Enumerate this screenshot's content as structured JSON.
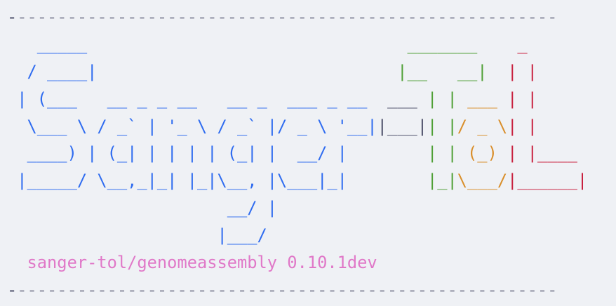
{
  "terminal": {
    "colors": {
      "blue": "#2f6cf0",
      "green": "#4fa036",
      "red": "#c8213f",
      "orange": "#d98e2a",
      "gray": "#4c4f69",
      "dash": "#8c8fa1",
      "pink": "#e078c8",
      "background": "#eff1f5"
    },
    "lines": [
      {
        "name": "separator-top",
        "segments": [
          {
            "text": "-",
            "color": "dashdark"
          },
          {
            "text": "------------------------------------------------------",
            "color": "dash"
          }
        ]
      },
      {
        "name": "logo-row-1",
        "segments": [
          {
            "text": "   _____",
            "color": "blue"
          },
          {
            "text": "                                ",
            "color": "plain"
          },
          {
            "text": "_______",
            "color": "green"
          },
          {
            "text": "    ",
            "color": "plain"
          },
          {
            "text": "_",
            "color": "red"
          }
        ]
      },
      {
        "name": "logo-row-2",
        "segments": [
          {
            "text": "  / ____|",
            "color": "blue"
          },
          {
            "text": "                              ",
            "color": "plain"
          },
          {
            "text": "|__   __|",
            "color": "green"
          },
          {
            "text": "  ",
            "color": "plain"
          },
          {
            "text": "| |",
            "color": "red"
          }
        ]
      },
      {
        "name": "logo-row-3",
        "segments": [
          {
            "text": " | (___   __ _ _ __   __ _  ___ _ __",
            "color": "blue"
          },
          {
            "text": "  ",
            "color": "plain"
          },
          {
            "text": "___",
            "color": "gray"
          },
          {
            "text": " ",
            "color": "plain"
          },
          {
            "text": "| |",
            "color": "green"
          },
          {
            "text": " ",
            "color": "plain"
          },
          {
            "text": "___",
            "color": "orange"
          },
          {
            "text": " ",
            "color": "plain"
          },
          {
            "text": "| |",
            "color": "red"
          }
        ]
      },
      {
        "name": "logo-row-4",
        "segments": [
          {
            "text": "  \\___ \\ / _` | '_ \\ / _` |/ _ \\ '__|",
            "color": "blue"
          },
          {
            "text": "|___|",
            "color": "gray"
          },
          {
            "text": "| |",
            "color": "green"
          },
          {
            "text": "/ _ \\",
            "color": "orange"
          },
          {
            "text": "| |",
            "color": "red"
          }
        ]
      },
      {
        "name": "logo-row-5",
        "segments": [
          {
            "text": "  ____) | (_| | | | | (_| |  __/ |",
            "color": "blue"
          },
          {
            "text": "        ",
            "color": "plain"
          },
          {
            "text": "| |",
            "color": "green"
          },
          {
            "text": " ",
            "color": "plain"
          },
          {
            "text": "(_)",
            "color": "orange"
          },
          {
            "text": " ",
            "color": "plain"
          },
          {
            "text": "| |____",
            "color": "red"
          }
        ]
      },
      {
        "name": "logo-row-6",
        "segments": [
          {
            "text": " |_____/ \\__,_|_| |_|\\__, |\\___|_|",
            "color": "blue"
          },
          {
            "text": "        ",
            "color": "plain"
          },
          {
            "text": "|_|",
            "color": "green"
          },
          {
            "text": "\\___/",
            "color": "orange"
          },
          {
            "text": "|______|",
            "color": "red"
          }
        ]
      },
      {
        "name": "logo-row-7",
        "segments": [
          {
            "text": "                      __/ |",
            "color": "blue"
          }
        ]
      },
      {
        "name": "logo-row-8",
        "segments": [
          {
            "text": "                     |___/",
            "color": "blue"
          }
        ]
      },
      {
        "name": "pipeline-version",
        "segments": [
          {
            "text": "  sanger-tol/genomeassembly 0.10.1dev",
            "color": "pink"
          }
        ]
      },
      {
        "name": "separator-bottom",
        "segments": [
          {
            "text": "-",
            "color": "dashdark"
          },
          {
            "text": "------------------------------------------------------",
            "color": "dash"
          }
        ]
      }
    ]
  }
}
